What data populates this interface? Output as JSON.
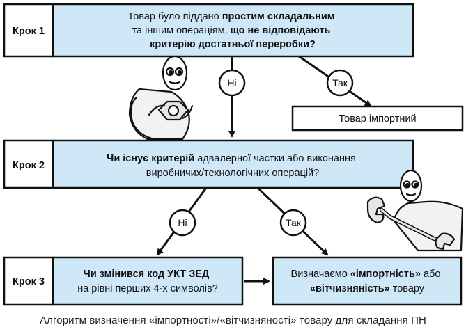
{
  "step1": {
    "label": "Крок 1",
    "lines": [
      [
        {
          "t": "Товар було піддано ",
          "b": false
        },
        {
          "t": "простим складальним",
          "b": true
        }
      ],
      [
        {
          "t": "та іншим операціям, ",
          "b": false
        },
        {
          "t": "що не відповідають",
          "b": true
        }
      ],
      [
        {
          "t": "критерію достатньої переробки?",
          "b": true
        }
      ]
    ]
  },
  "step2": {
    "label": "Крок 2",
    "lines": [
      [
        {
          "t": "Чи існує критерій",
          "b": true
        },
        {
          "t": " адвалерної частки або виконання",
          "b": false
        }
      ],
      [
        {
          "t": "виробничих/технологічних операцій?",
          "b": false
        }
      ]
    ]
  },
  "step3": {
    "label": "Крок 3",
    "lines": [
      [
        {
          "t": "Чи змінився код УКТ ЗЕД",
          "b": true
        }
      ],
      [
        {
          "t": "на рівні перших 4-х символів?",
          "b": false
        }
      ]
    ]
  },
  "result_import": "Товар імпортний",
  "result_final": {
    "lines": [
      [
        {
          "t": "Визначаємо ",
          "b": false
        },
        {
          "t": "«імпортність»",
          "b": true
        },
        {
          "t": " або",
          "b": false
        }
      ],
      [
        {
          "t": "«вітчизняність»",
          "b": true
        },
        {
          "t": " товару",
          "b": false
        }
      ]
    ]
  },
  "branch_no": "Ні",
  "branch_yes": "Так",
  "caption": "Алгоритм визначення «імпортності»/«вітчизняності» товару для складання ПН",
  "colors": {
    "box_fill": "#cfe8f7",
    "label_fill": "#ffffff",
    "stroke": "#111111"
  }
}
